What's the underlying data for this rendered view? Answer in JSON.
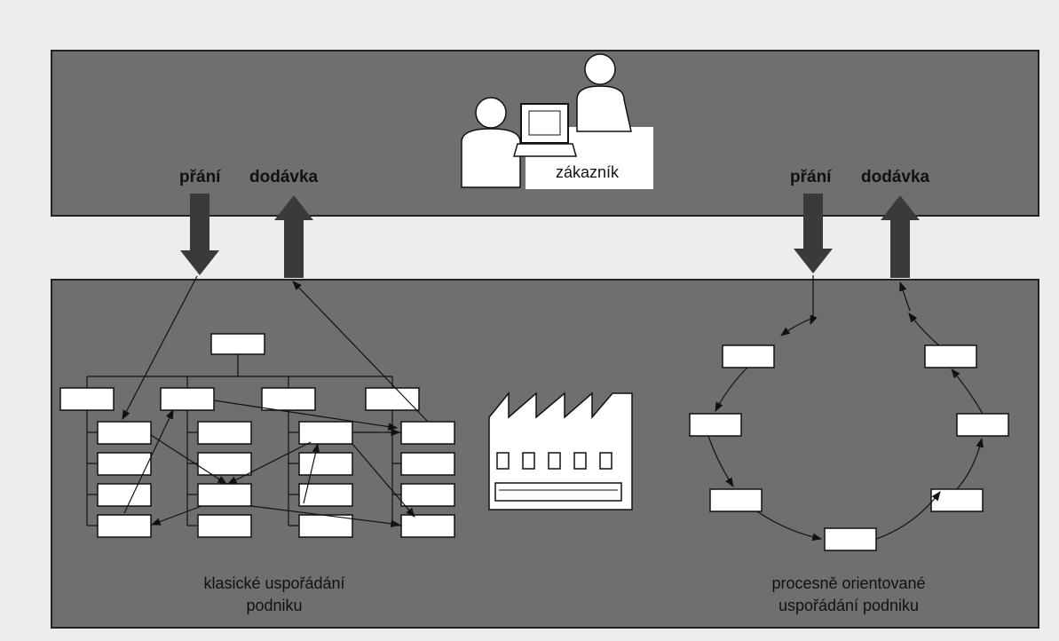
{
  "customer_panel": {
    "customer_label": "zákazník",
    "left_wish": "přání",
    "left_delivery": "dodávka",
    "right_wish": "přání",
    "right_delivery": "dodávka"
  },
  "company_panel": {
    "classic_caption_line1": "klasické uspořádání",
    "classic_caption_line2": "podniku",
    "process_caption_line1": "procesně orientované",
    "process_caption_line2": "uspořádání podniku"
  },
  "colors": {
    "page_background": "#ececec",
    "panel_fill": "#6f6f6f",
    "box_fill": "#ffffff",
    "arrow_fill": "#3a3a3a",
    "line_color": "#111111"
  }
}
